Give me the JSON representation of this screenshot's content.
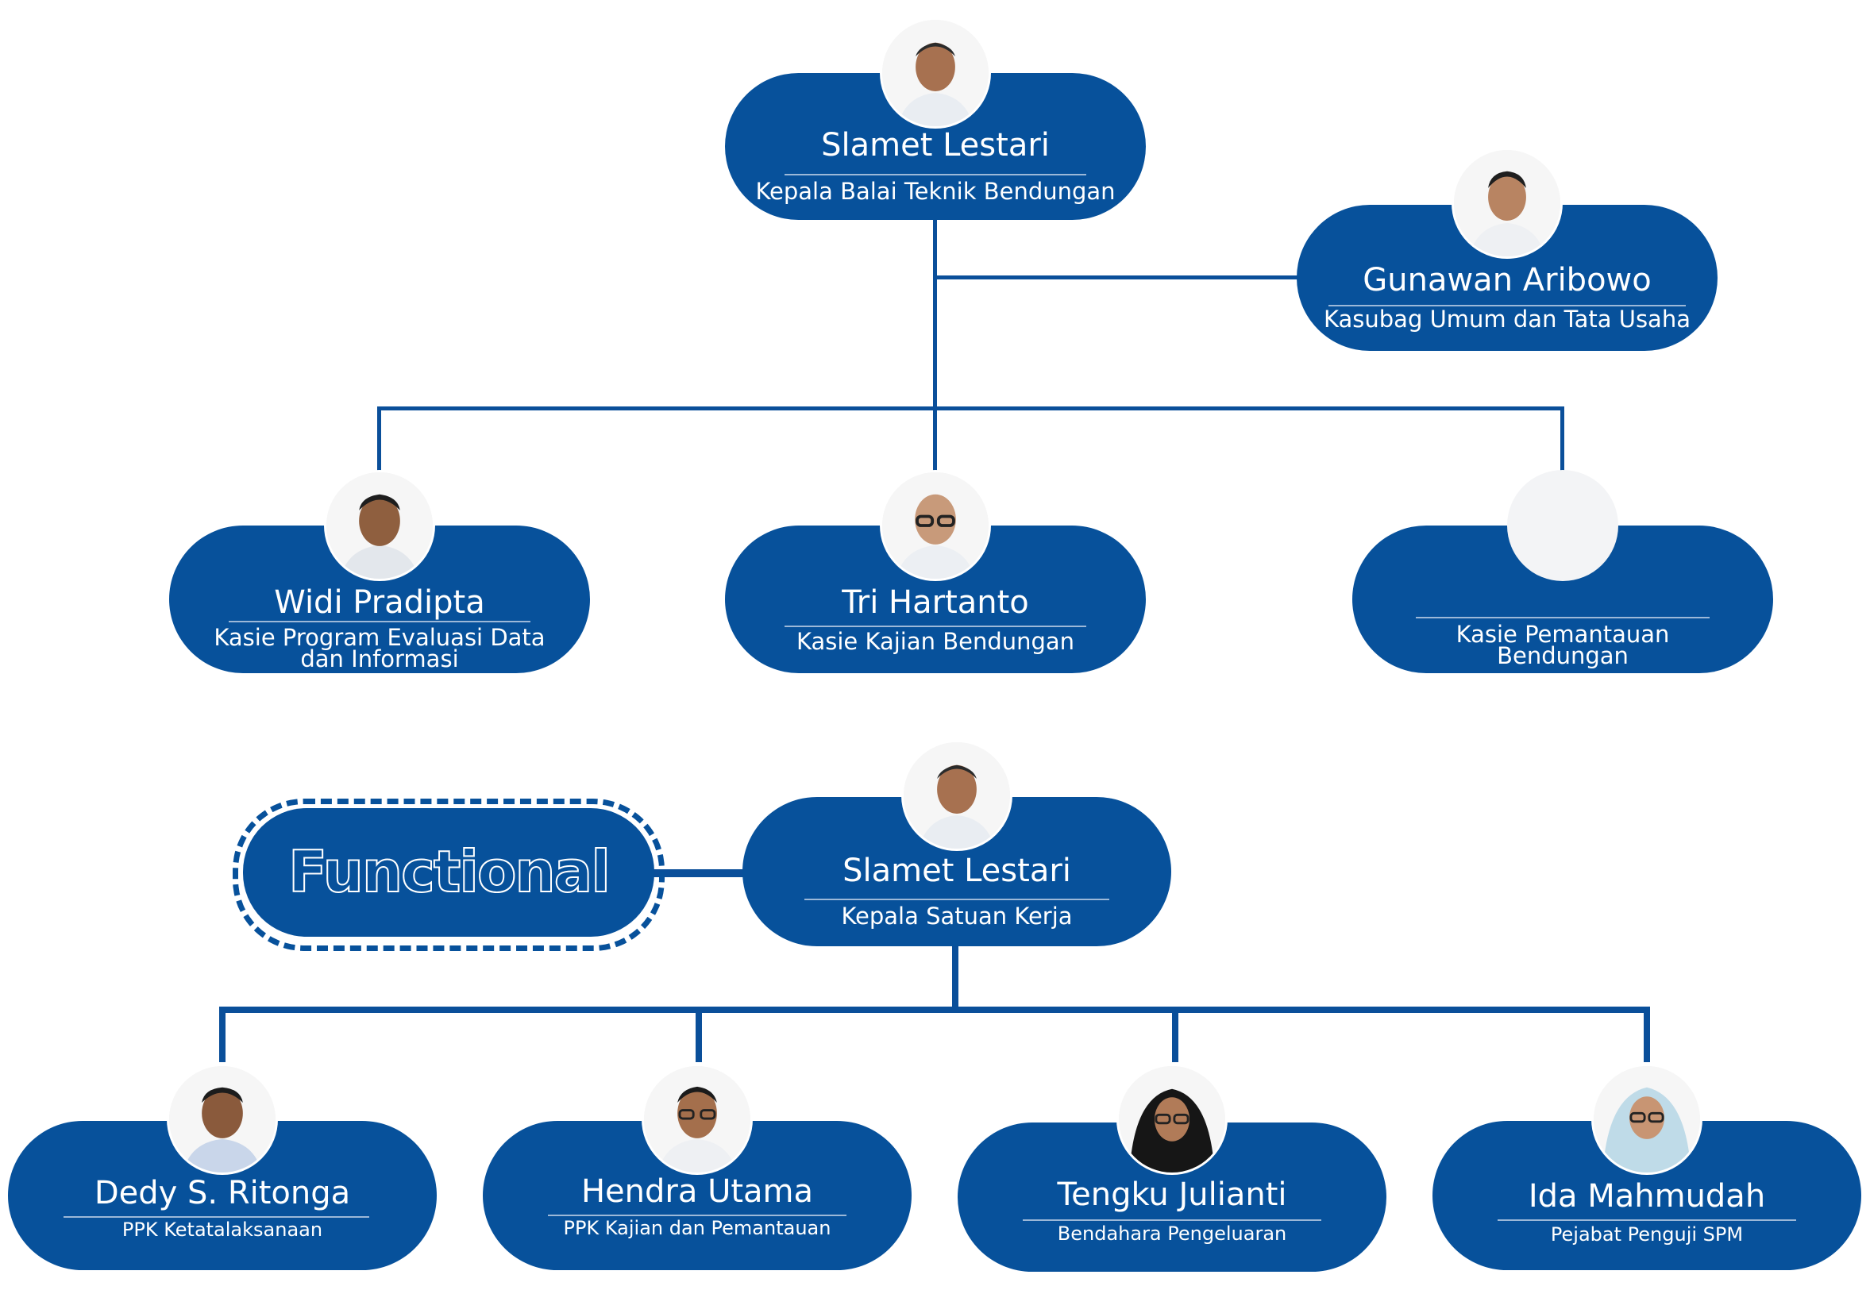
{
  "structural": {
    "head": {
      "name": "Slamet Lestari",
      "role": "Kepala Balai Teknik Bendungan"
    },
    "admin": {
      "name": "Gunawan Aribowo",
      "role": "Kasubag Umum dan Tata Usaha"
    },
    "sections": [
      {
        "name": "Widi Pradipta",
        "role_line1": "Kasie Program Evaluasi Data",
        "role_line2": "dan Informasi"
      },
      {
        "name": "Tri Hartanto",
        "role_line1": "Kasie Kajian Bendungan",
        "role_line2": ""
      },
      {
        "name": "",
        "role_line1": "Kasie Pemantauan",
        "role_line2": "Bendungan"
      }
    ]
  },
  "functional": {
    "label": "Functional",
    "head": {
      "name": "Slamet Lestari",
      "role": "Kepala Satuan Kerja"
    },
    "staff": [
      {
        "name": "Dedy S. Ritonga",
        "role": "PPK Ketatalaksanaan"
      },
      {
        "name": "Hendra Utama",
        "role": "PPK Kajian dan Pemantauan"
      },
      {
        "name": "Tengku Julianti",
        "role": "Bendahara Pengeluaran"
      },
      {
        "name": "Ida Mahmudah",
        "role": "Pejabat Penguji SPM"
      }
    ]
  },
  "colors": {
    "primary": "#07519b",
    "line": "#0a4f9a",
    "text": "#ffffff"
  }
}
